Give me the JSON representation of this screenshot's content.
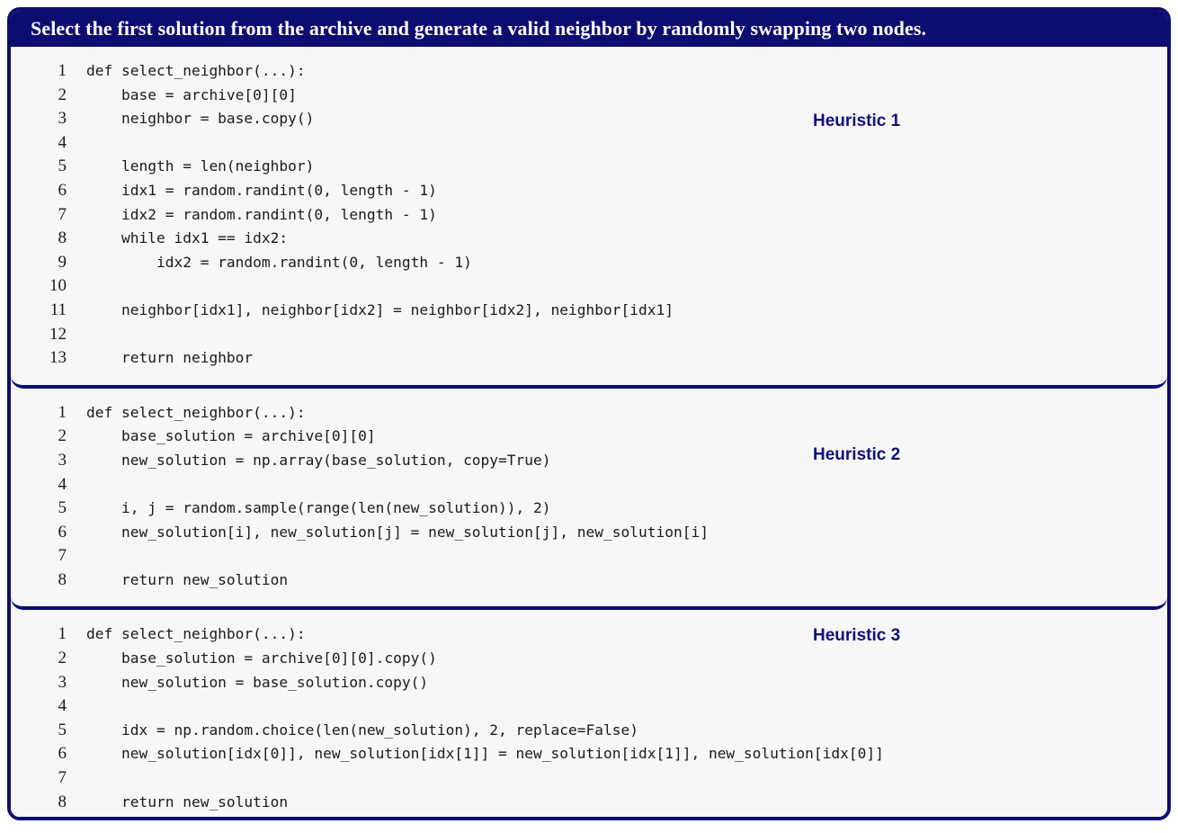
{
  "header": {
    "title": "Select the first solution from the archive and generate a valid neighbor by randomly swapping two nodes.",
    "background_color": "#0d0d70",
    "text_color": "#ffffff"
  },
  "theme": {
    "border_color": "#0d0d70",
    "panel_background": "#f7f7f7",
    "code_text_color": "#1a1a1a",
    "label_color": "#10107a"
  },
  "blocks": [
    {
      "label": "Heuristic 1",
      "lines": [
        {
          "n": "1",
          "text": "def select_neighbor(...):"
        },
        {
          "n": "2",
          "text": "    base = archive[0][0]"
        },
        {
          "n": "3",
          "text": "    neighbor = base.copy()"
        },
        {
          "n": "4",
          "text": ""
        },
        {
          "n": "5",
          "text": "    length = len(neighbor)"
        },
        {
          "n": "6",
          "text": "    idx1 = random.randint(0, length - 1)"
        },
        {
          "n": "7",
          "text": "    idx2 = random.randint(0, length - 1)"
        },
        {
          "n": "8",
          "text": "    while idx1 == idx2:"
        },
        {
          "n": "9",
          "text": "        idx2 = random.randint(0, length - 1)"
        },
        {
          "n": "10",
          "text": ""
        },
        {
          "n": "11",
          "text": "    neighbor[idx1], neighbor[idx2] = neighbor[idx2], neighbor[idx1]"
        },
        {
          "n": "12",
          "text": ""
        },
        {
          "n": "13",
          "text": "    return neighbor"
        }
      ]
    },
    {
      "label": "Heuristic 2",
      "lines": [
        {
          "n": "1",
          "text": "def select_neighbor(...):"
        },
        {
          "n": "2",
          "text": "    base_solution = archive[0][0]"
        },
        {
          "n": "3",
          "text": "    new_solution = np.array(base_solution, copy=True)"
        },
        {
          "n": "4",
          "text": ""
        },
        {
          "n": "5",
          "text": "    i, j = random.sample(range(len(new_solution)), 2)"
        },
        {
          "n": "6",
          "text": "    new_solution[i], new_solution[j] = new_solution[j], new_solution[i]"
        },
        {
          "n": "7",
          "text": ""
        },
        {
          "n": "8",
          "text": "    return new_solution"
        }
      ]
    },
    {
      "label": "Heuristic 3",
      "lines": [
        {
          "n": "1",
          "text": "def select_neighbor(...):"
        },
        {
          "n": "2",
          "text": "    base_solution = archive[0][0].copy()"
        },
        {
          "n": "3",
          "text": "    new_solution = base_solution.copy()"
        },
        {
          "n": "4",
          "text": ""
        },
        {
          "n": "5",
          "text": "    idx = np.random.choice(len(new_solution), 2, replace=False)"
        },
        {
          "n": "6",
          "text": "    new_solution[idx[0]], new_solution[idx[1]] = new_solution[idx[1]], new_solution[idx[0]]"
        },
        {
          "n": "7",
          "text": ""
        },
        {
          "n": "8",
          "text": "    return new_solution"
        }
      ]
    }
  ]
}
